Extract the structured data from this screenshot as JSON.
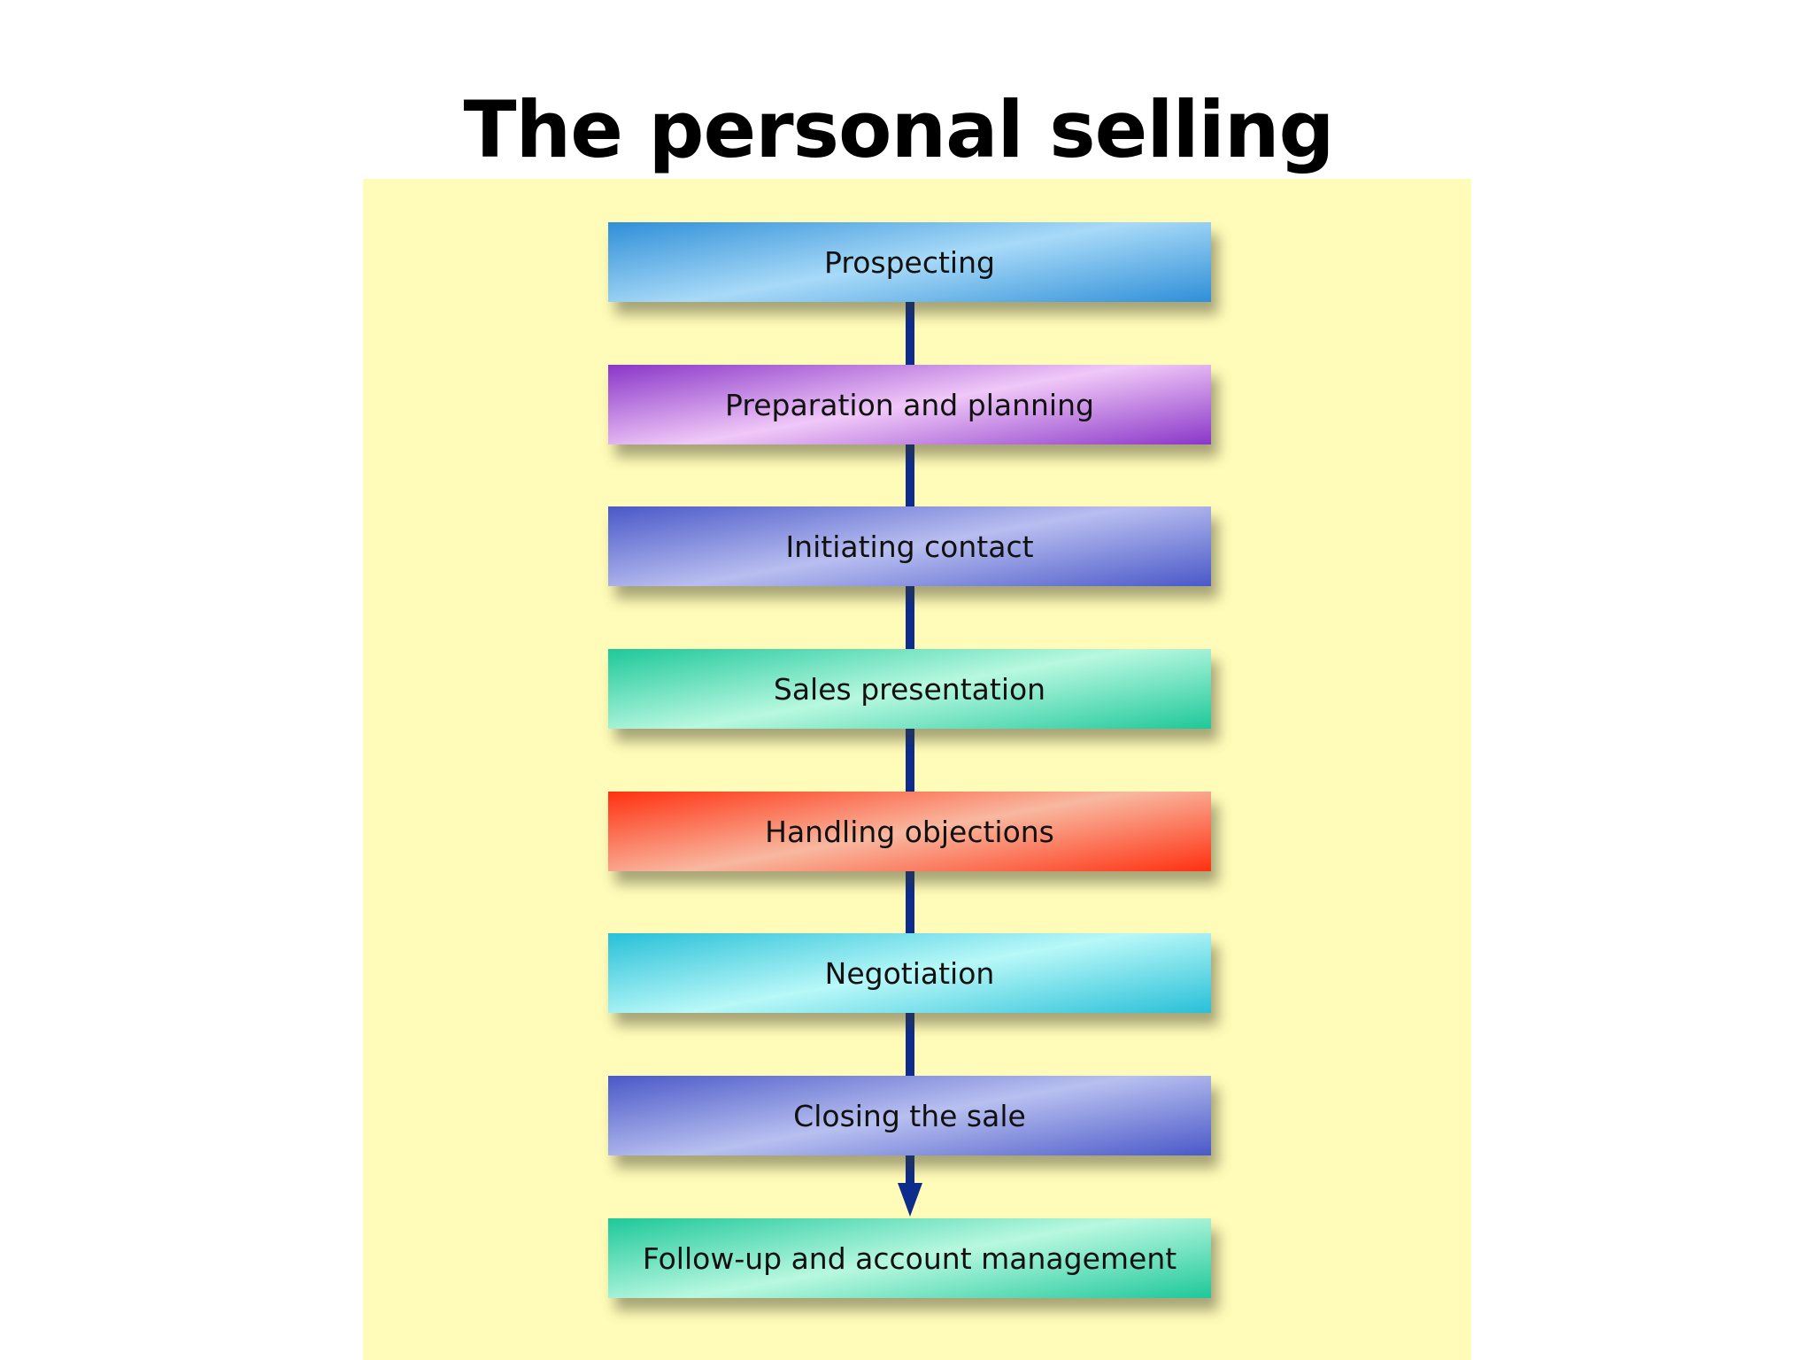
{
  "title": "The personal selling process",
  "steps": [
    {
      "label": "Prospecting",
      "color_edge": "#2f8fd8",
      "color_mid": "#a8daf8"
    },
    {
      "label": "Preparation and planning",
      "color_edge": "#8a36c8",
      "color_mid": "#f0c8f8"
    },
    {
      "label": "Initiating contact",
      "color_edge": "#4a58c8",
      "color_mid": "#b8bef0"
    },
    {
      "label": "Sales presentation",
      "color_edge": "#1ec89a",
      "color_mid": "#b8f8e0"
    },
    {
      "label": "Handling objections",
      "color_edge": "#ff3010",
      "color_mid": "#f8b8a0"
    },
    {
      "label": "Negotiation",
      "color_edge": "#28c0d8",
      "color_mid": "#b8f8f8"
    },
    {
      "label": "Closing the sale",
      "color_edge": "#4a58c8",
      "color_mid": "#b8c0f0"
    },
    {
      "label": "Follow-up and account management",
      "color_edge": "#1ec89a",
      "color_mid": "#b8f8e0"
    }
  ],
  "connector_color": "#0d2c8c",
  "panel_color": "#fffbb8"
}
